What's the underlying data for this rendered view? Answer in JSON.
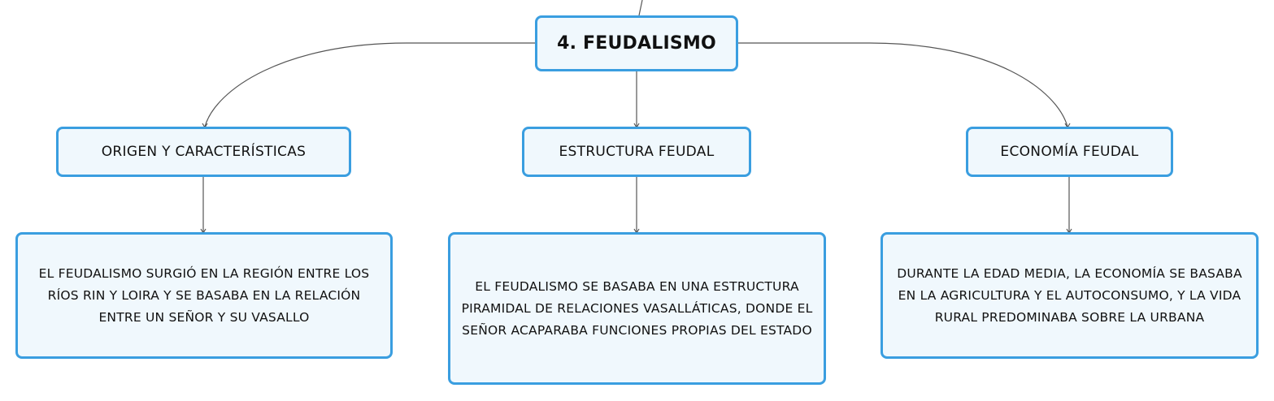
{
  "diagram": {
    "root": {
      "label": "4. FEUDALISMO"
    },
    "branches": [
      {
        "title": "ORIGEN Y CARACTERÍSTICAS",
        "description": "EL FEUDALISMO SURGIÓ EN LA REGIÓN ENTRE LOS RÍOS RIN Y LOIRA Y SE BASABA EN LA RELACIÓN ENTRE UN SEÑOR Y SU VASALLO"
      },
      {
        "title": "ESTRUCTURA FEUDAL",
        "description": "EL FEUDALISMO SE BASABA EN UNA ESTRUCTURA PIRAMIDAL DE RELACIONES VASALLÁTICAS, DONDE EL SEÑOR ACAPARABA FUNCIONES PROPIAS DEL ESTADO"
      },
      {
        "title": "ECONOMÍA FEUDAL",
        "description": "DURANTE LA EDAD MEDIA, LA ECONOMÍA SE BASABA EN LA AGRICULTURA Y EL AUTOCONSUMO, Y LA VIDA RURAL PREDOMINABA SOBRE LA URBANA"
      }
    ]
  },
  "colors": {
    "node_border": "#3a9ee0",
    "node_fill": "#f0f8fd",
    "connector": "#555555",
    "text": "#111111"
  }
}
